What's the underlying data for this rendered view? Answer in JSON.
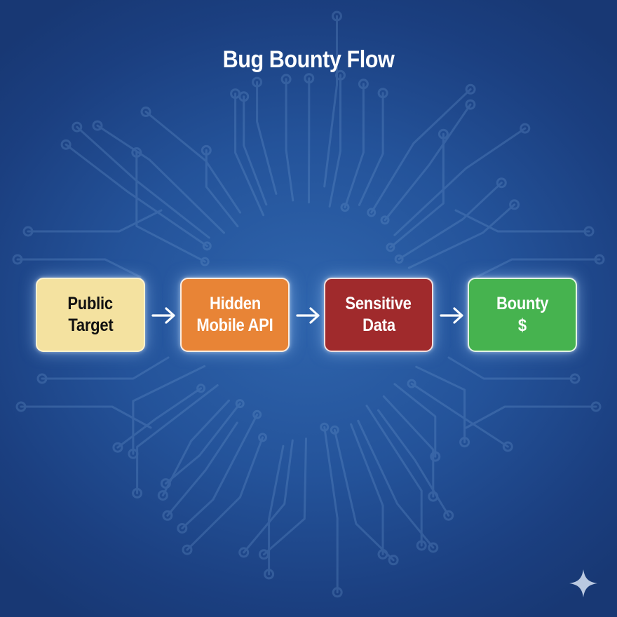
{
  "title": "Bug Bounty Flow",
  "flow": {
    "steps": [
      {
        "line1": "Public",
        "line2": "Target",
        "color": "#f4e2a0"
      },
      {
        "line1": "Hidden",
        "line2": "Mobile API",
        "color": "#e88436"
      },
      {
        "line1": "Sensitive",
        "line2": "Data",
        "color": "#a02a2c"
      },
      {
        "line1": "Bounty",
        "line2": "$",
        "color": "#46b34f"
      }
    ]
  },
  "colors": {
    "background": "#24539a",
    "circuit": "#6e9ad0"
  }
}
